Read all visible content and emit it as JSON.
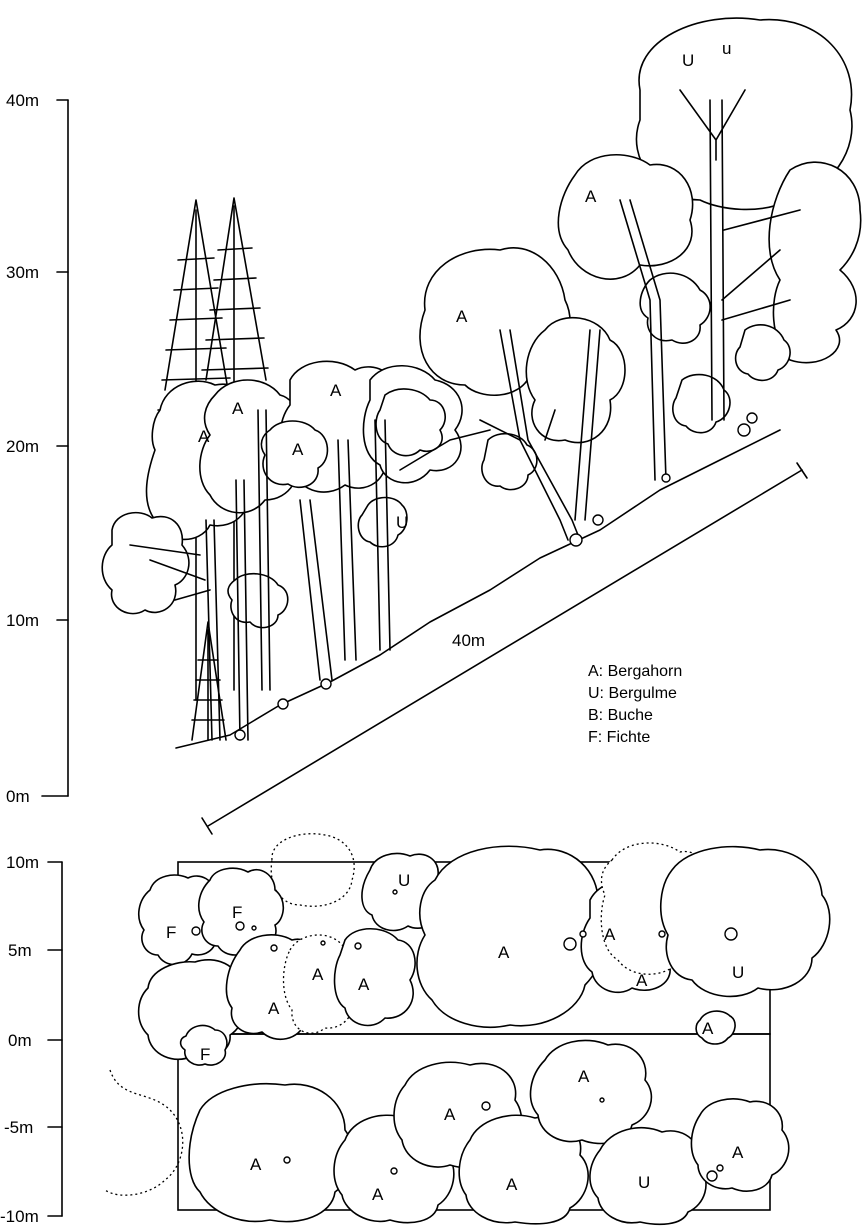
{
  "profile": {
    "axis_ticks": [
      "40m",
      "30m",
      "20m",
      "10m",
      "0m"
    ],
    "slope_length_label": "40m",
    "tree_letters": [
      "U",
      "u",
      "A",
      "A",
      "A",
      "A",
      "A",
      "A",
      "U"
    ]
  },
  "legend": {
    "items": [
      "A: Bergahorn",
      "U: Bergulme",
      "B: Buche",
      "F: Fichte"
    ]
  },
  "plan": {
    "axis_ticks": [
      "10m",
      "5m",
      "0m",
      "-5m",
      "-10m"
    ],
    "tree_letters": [
      "F",
      "F",
      "U",
      "A",
      "A",
      "A",
      "A",
      "A",
      "A",
      "U",
      "A",
      "F",
      "A",
      "A",
      "A",
      "A",
      "A",
      "U",
      "A"
    ]
  }
}
